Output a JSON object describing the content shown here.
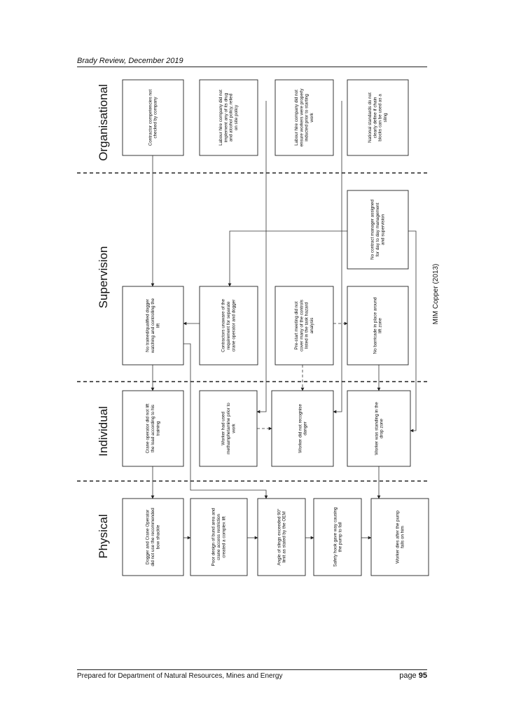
{
  "header": {
    "title": "Brady Review, December 2019"
  },
  "footer": {
    "prepared_for": "Prepared for Department of Natural Resources, Mines and Energy",
    "page_label": "page",
    "page_number": "95"
  },
  "diagram": {
    "lanes": [
      "Organisational",
      "Supervision",
      "Individual",
      "Physical"
    ],
    "credit": "MIM Copper (2013)",
    "boxes": {
      "org1": "Contractor competencies not checked by company",
      "org2": "Labour hire company did not implement any of its drug and alcohol policy, relied on site policy",
      "org3": "Labour hire company did not ensure workers were properly inducted prior to starting work",
      "org4": "National standards do not clearly define if chain blocks can be used as a sling",
      "sup1": "No trained/qualified dogger watching and controlling the lift",
      "sup2": "Contractors unaware of the requirement for separate crane operator and dogger",
      "sup3": "Pre-start meeting did not cover many of the controls listed in the task hazard analysis",
      "sup4": "No barricade in place around lift zone",
      "sup5": "No contract manager assigned for day to day management and supervision",
      "ind1": "Crane operator did not lift the load according to his training",
      "ind2": "Worker had used methamphetamine prior to work",
      "ind3": "Worker did not recognise danger",
      "ind4": "Worker was standing in the drop zone",
      "phy1": "Dogger and Crane Operator did not use the recommended bow shackle",
      "phy2": "Poor design of bund area and crane access restriction created a complex lift",
      "phy3": "Angle of slings exceeded 90° limit as stated by the OEM",
      "phy4": "Safety hook gave way causing the pump to fall",
      "phy5": "Worker dies after the pump falls on him"
    }
  }
}
